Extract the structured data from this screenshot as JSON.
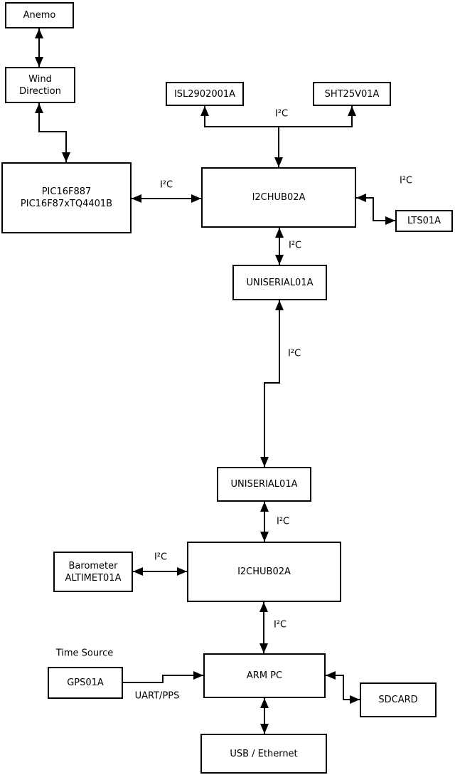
{
  "diagram": {
    "type": "block-diagram",
    "colors": {
      "background": "#ffffff",
      "stroke": "#000000",
      "text": "#000000"
    },
    "nodes": {
      "anemo": {
        "lines": [
          "Anemo"
        ]
      },
      "wind": {
        "lines": [
          "Wind",
          "Direction"
        ]
      },
      "pic": {
        "lines": [
          "PIC16F887",
          "PIC16F87xTQ4401B"
        ]
      },
      "isl": {
        "lines": [
          "ISL2902001A"
        ]
      },
      "sht": {
        "lines": [
          "SHT25V01A"
        ]
      },
      "hub1": {
        "lines": [
          "I2CHUB02A"
        ]
      },
      "lts": {
        "lines": [
          "LTS01A"
        ]
      },
      "uni1": {
        "lines": [
          "UNISERIAL01A"
        ]
      },
      "uni2": {
        "lines": [
          "UNISERIAL01A"
        ]
      },
      "baro": {
        "lines": [
          "Barometer",
          "ALTIMET01A"
        ]
      },
      "hub2": {
        "lines": [
          "I2CHUB02A"
        ]
      },
      "gps": {
        "lines": [
          "GPS01A"
        ]
      },
      "armpc": {
        "lines": [
          "ARM PC"
        ]
      },
      "sdcard": {
        "lines": [
          "SDCARD"
        ]
      },
      "usbeth": {
        "lines": [
          "USB / Ethernet"
        ]
      }
    },
    "labels": {
      "i2c": "I²C",
      "time_source": "Time Source",
      "uart_pps": "UART/PPS"
    }
  }
}
